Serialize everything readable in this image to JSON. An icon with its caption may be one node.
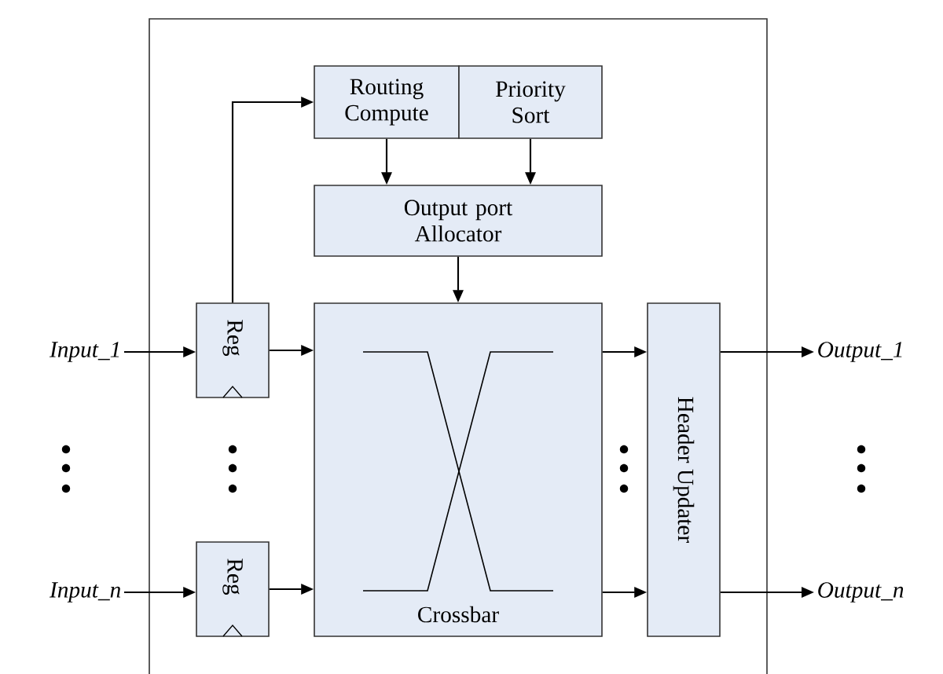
{
  "diagram": {
    "nodes": [
      {
        "text": [
          "Routing Compute"
        ]
      },
      {
        "text": [
          "Priority Sort"
        ]
      },
      {
        "text": [
          "Output port Allocator"
        ]
      },
      {
        "text": [
          "Reg"
        ]
      },
      {
        "text": [
          "Reg"
        ]
      },
      {
        "text": [
          "Crossbar"
        ]
      },
      {
        "text": [
          "Header Updater"
        ]
      },
      {
        "text": [
          "*Input_1*"
        ]
      },
      {
        "text": [
          "*Input_n*"
        ]
      },
      {
        "text": [
          "*Output_1*"
        ]
      },
      {
        "text": [
          "*Output_n*"
        ]
      }
    ],
    "edges": [
      {
        "from": 7,
        "to": 3,
        "arrow": "to"
      },
      {
        "from": 8,
        "to": 4,
        "arrow": "to"
      },
      {
        "from": 3,
        "to": 5,
        "arrow": "to"
      },
      {
        "from": 4,
        "to": 5,
        "arrow": "to"
      },
      {
        "from": 3,
        "to": 0,
        "arrow": "to"
      },
      {
        "from": 0,
        "to": 2,
        "arrow": "to"
      },
      {
        "from": 1,
        "to": 2,
        "arrow": "to"
      },
      {
        "from": 2,
        "to": 5,
        "arrow": "to"
      },
      {
        "from": 5,
        "to": 6,
        "arrow": "to"
      },
      {
        "from": 5,
        "to": 6,
        "arrow": "to"
      },
      {
        "from": 6,
        "to": 9,
        "arrow": "to"
      },
      {
        "from": 6,
        "to": 10,
        "arrow": "to"
      }
    ]
  }
}
